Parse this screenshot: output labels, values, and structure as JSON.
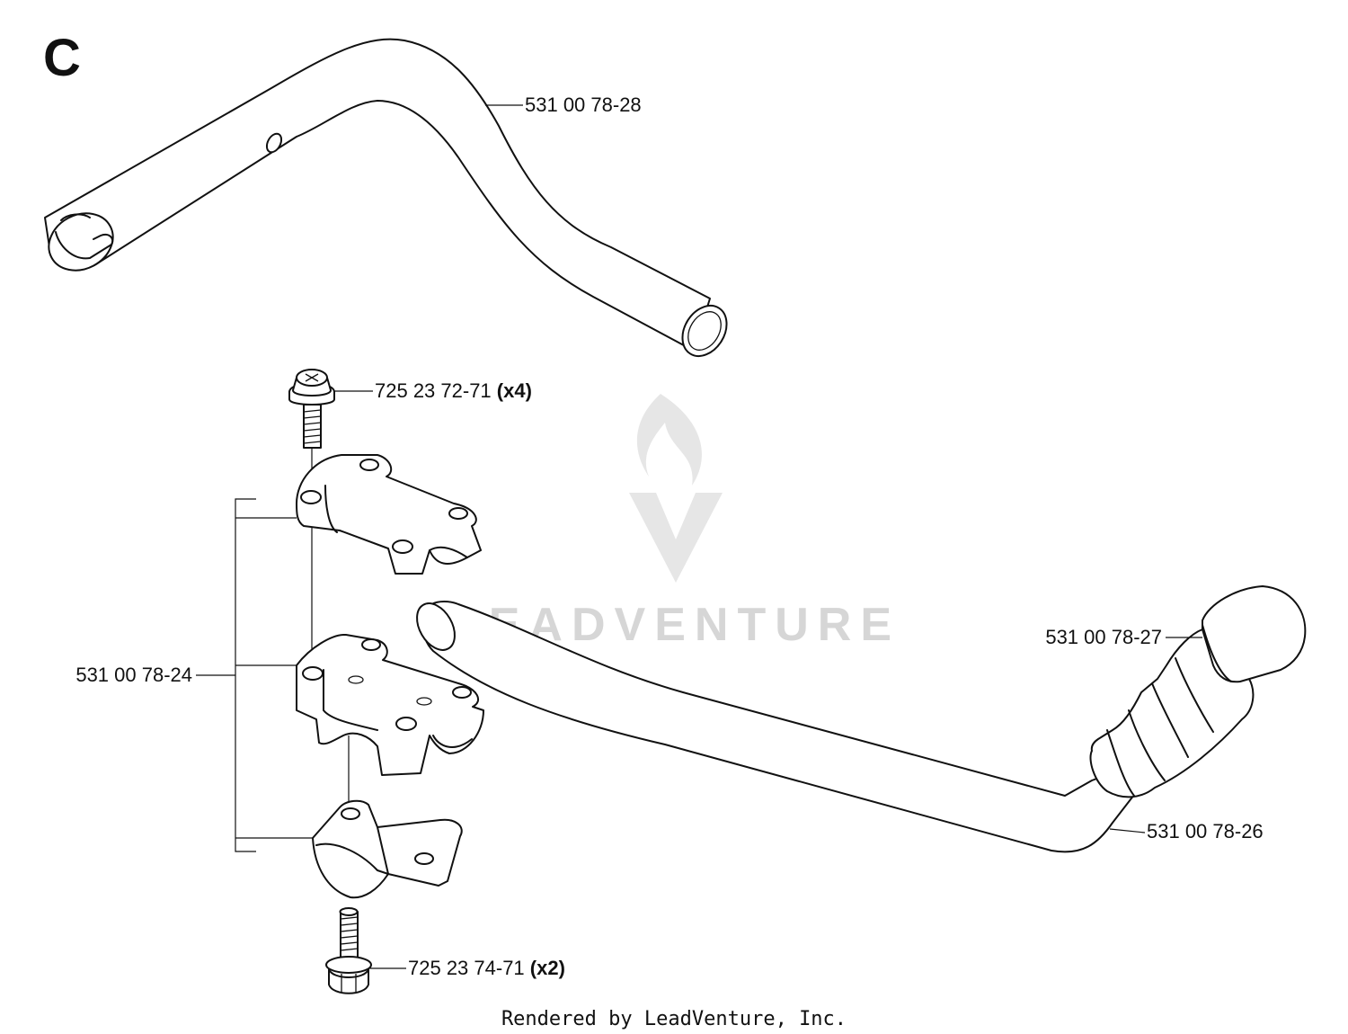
{
  "section_letter": "C",
  "watermark": {
    "text": "LEADVENTURE",
    "logo_icon": "flame-v-logo-icon",
    "color": "#d6d6d6"
  },
  "footer": "Rendered by LeadVenture, Inc.",
  "callouts": {
    "upper_handle": {
      "part_number": "531 00 78-28",
      "qty": ""
    },
    "top_bolt": {
      "part_number": "725 23 72-71",
      "qty": "(x4)"
    },
    "clamp_set": {
      "part_number": "531 00 78-24",
      "qty": ""
    },
    "grip": {
      "part_number": "531 00 78-27",
      "qty": ""
    },
    "lower_handle": {
      "part_number": "531 00 78-26",
      "qty": ""
    },
    "bottom_bolt": {
      "part_number": "725 23 74-71",
      "qty": "(x2)"
    }
  }
}
